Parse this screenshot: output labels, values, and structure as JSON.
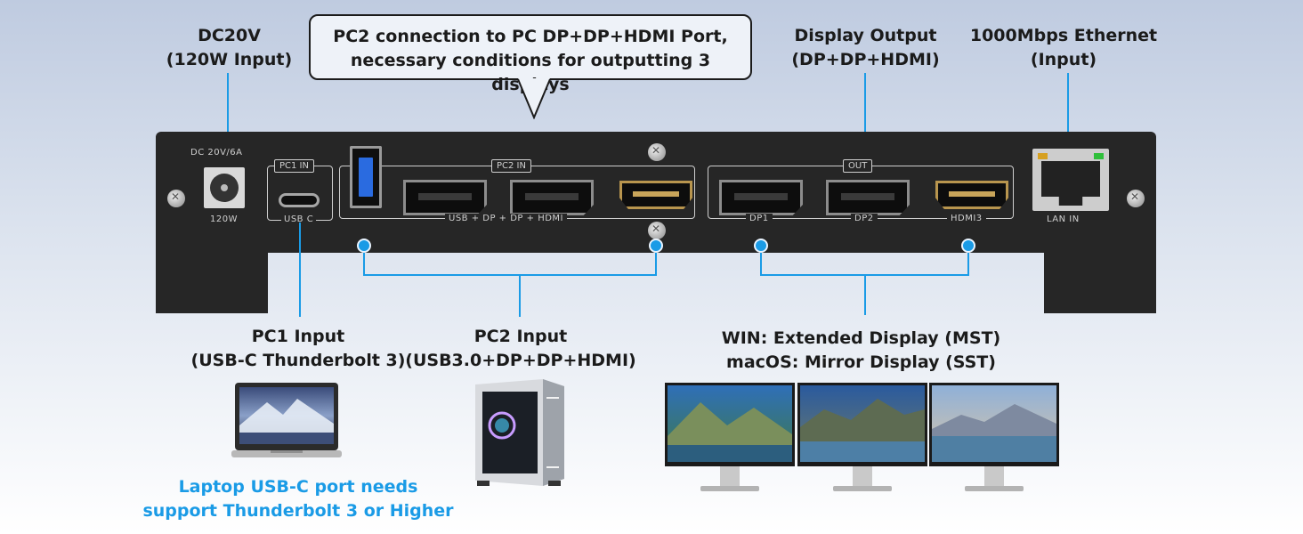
{
  "callouts": {
    "dc_power": [
      "DC20V",
      "(120W Input)"
    ],
    "pc2_connection": [
      "PC2 connection to PC DP+DP+HDMI Port,",
      "necessary conditions for outputting 3 displays"
    ],
    "display_output": [
      "Display Output",
      "(DP+DP+HDMI)"
    ],
    "ethernet": [
      "1000Mbps Ethernet",
      "(Input)"
    ],
    "pc1_input": [
      "PC1 Input",
      "(USB-C Thunderbolt 3)"
    ],
    "pc2_input": [
      "PC2 Input",
      "(USB3.0+DP+DP+HDMI)"
    ],
    "display_mode": [
      "WIN: Extended Display (MST)",
      "macOS: Mirror Display (SST)"
    ],
    "laptop_note": [
      "Laptop USB-C port needs",
      "support Thunderbolt 3 or Higher"
    ]
  },
  "panel_labels": {
    "dc_rating": "DC 20V/6A",
    "dc_watt": "120W",
    "pc1_tag": "PC1 IN",
    "usbc": "USB C",
    "pc2_tag": "PC2 IN",
    "pc2_ports": "USB + DP + DP + HDMI",
    "out_tag": "OUT",
    "dp1": "DP1",
    "dp2": "DP2",
    "hdmi3": "HDMI3",
    "lan": "LAN IN"
  },
  "colors": {
    "accent": "#1a9be6",
    "device_body": "#262626",
    "hdmi_gold": "#c9a55a",
    "usb_blue": "#2a6be0"
  },
  "icons": [
    "laptop-icon",
    "desktop-tower-icon",
    "monitor-icon"
  ]
}
